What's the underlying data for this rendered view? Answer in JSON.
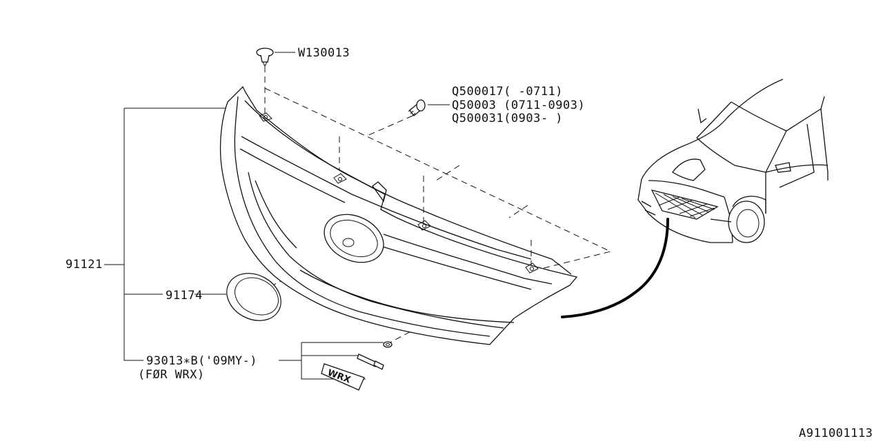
{
  "diagram": {
    "diagram_code": "A911001113",
    "callouts": {
      "grille_assembly": "91121",
      "emblem": "91174",
      "wrx_badge_line1": "93013∗B('09MY-)",
      "wrx_badge_line2": "(FØR WRX)",
      "clip": "W130013",
      "screw_line1": "Q500017(     -0711)",
      "screw_line2": "Q50003 (0711-0903)",
      "screw_line3": "Q500031(0903-    )"
    },
    "colors": {
      "line": "#111111",
      "background": "#ffffff"
    }
  }
}
